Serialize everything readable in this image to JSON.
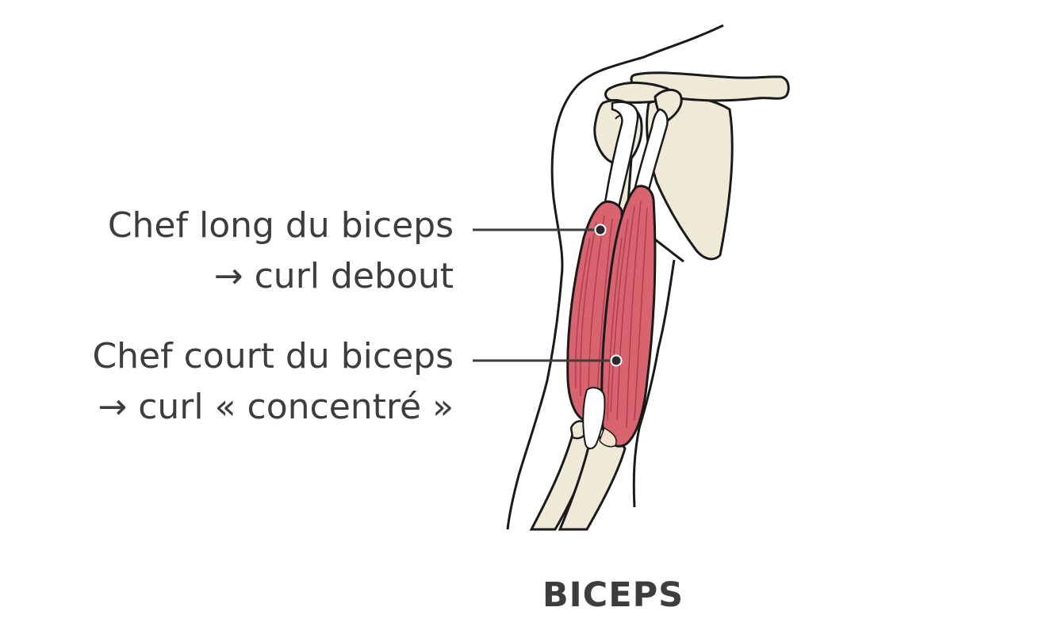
{
  "labels": {
    "long_head": {
      "name": "Chef long du biceps",
      "exercise": "→ curl debout"
    },
    "short_head": {
      "name": "Chef court du biceps",
      "exercise": "→ curl « concentré »"
    }
  },
  "title": "BICEPS",
  "colors": {
    "outline": "#1a1a1a",
    "bone": "#efe9d8",
    "muscle": "#d86470",
    "muscle_fiber": "#a83a48",
    "tendon": "#ffffff",
    "text": "#3d3d3d"
  }
}
